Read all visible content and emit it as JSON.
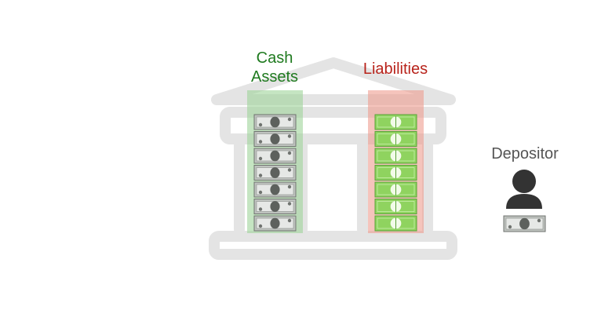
{
  "labels": {
    "cash_line1": "Cash",
    "cash_line2": "Assets",
    "liabilities": "Liabilities",
    "depositor": "Depositor"
  },
  "counts": {
    "cash_bills": 7,
    "liability_bills": 7,
    "depositor_bills": 1
  },
  "colors": {
    "bank_outline": "#e4e4e4",
    "cash_column": "#9ed39a",
    "liability_column": "#ee9c90",
    "cash_label": "#1f7a1f",
    "liability_label": "#b8231b",
    "depositor_label": "#555555",
    "person": "#333333",
    "cash_bill": "#bfc3bf",
    "liability_bill": "#8fd35f"
  },
  "icons": {
    "bank": "bank-building-icon",
    "person": "person-icon",
    "cash_note": "dollar-bill-icon",
    "liability_note": "deposit-note-icon"
  }
}
